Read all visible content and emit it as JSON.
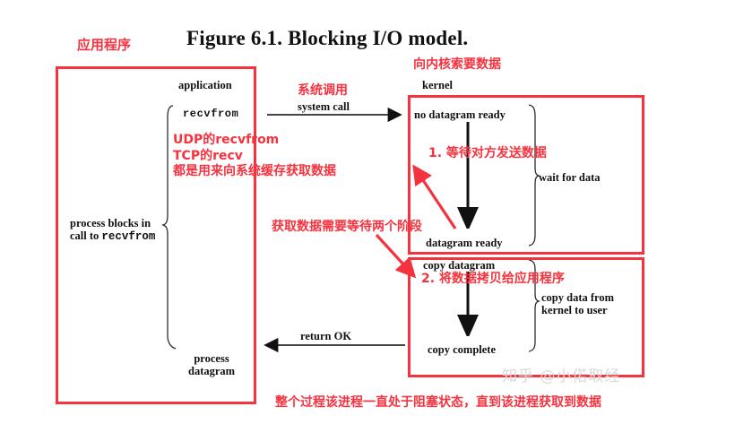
{
  "figure": {
    "title": "Figure 6.1. Blocking I/O model.",
    "watermark": "知乎 @小偌取经"
  },
  "colors": {
    "annotation_red": "#f5333f",
    "diagram_black": "#111111",
    "watermark_grey": "#d9d9d9",
    "background": "#ffffff"
  },
  "diagram": {
    "application_side": {
      "title": "application",
      "call": "recvfrom",
      "blocked_label_line1": "process blocks in",
      "blocked_label_line2_prefix": "call to ",
      "blocked_label_line2_code": "recvfrom",
      "result_label_line1": "process",
      "result_label_line2": "datagram"
    },
    "transitions": {
      "request": "system call",
      "response": "return OK"
    },
    "kernel_side": {
      "title": "kernel",
      "stage1": {
        "start": "no datagram ready",
        "end": "datagram ready",
        "brace_label": "wait for data"
      },
      "stage2": {
        "start": "copy datagram",
        "end": "copy complete",
        "brace_label_line1": "copy data from",
        "brace_label_line2": "kernel to user"
      }
    }
  },
  "annotations": {
    "application_box": "应用程序",
    "system_call": "系统调用",
    "ask_kernel_for_data": "向内核索要数据",
    "recvfrom_note_line1": "UDP的recvfrom",
    "recvfrom_note_line2": "TCP的recv",
    "recvfrom_note_line3": "都是用来向系统缓存获取数据",
    "two_stages": "获取数据需要等待两个阶段",
    "phase1": "1. 等待对方发送数据",
    "phase2": "2. 将数据拷贝给应用程序",
    "summary": "整个过程该进程一直处于阻塞状态，直到该进程获取到数据"
  }
}
